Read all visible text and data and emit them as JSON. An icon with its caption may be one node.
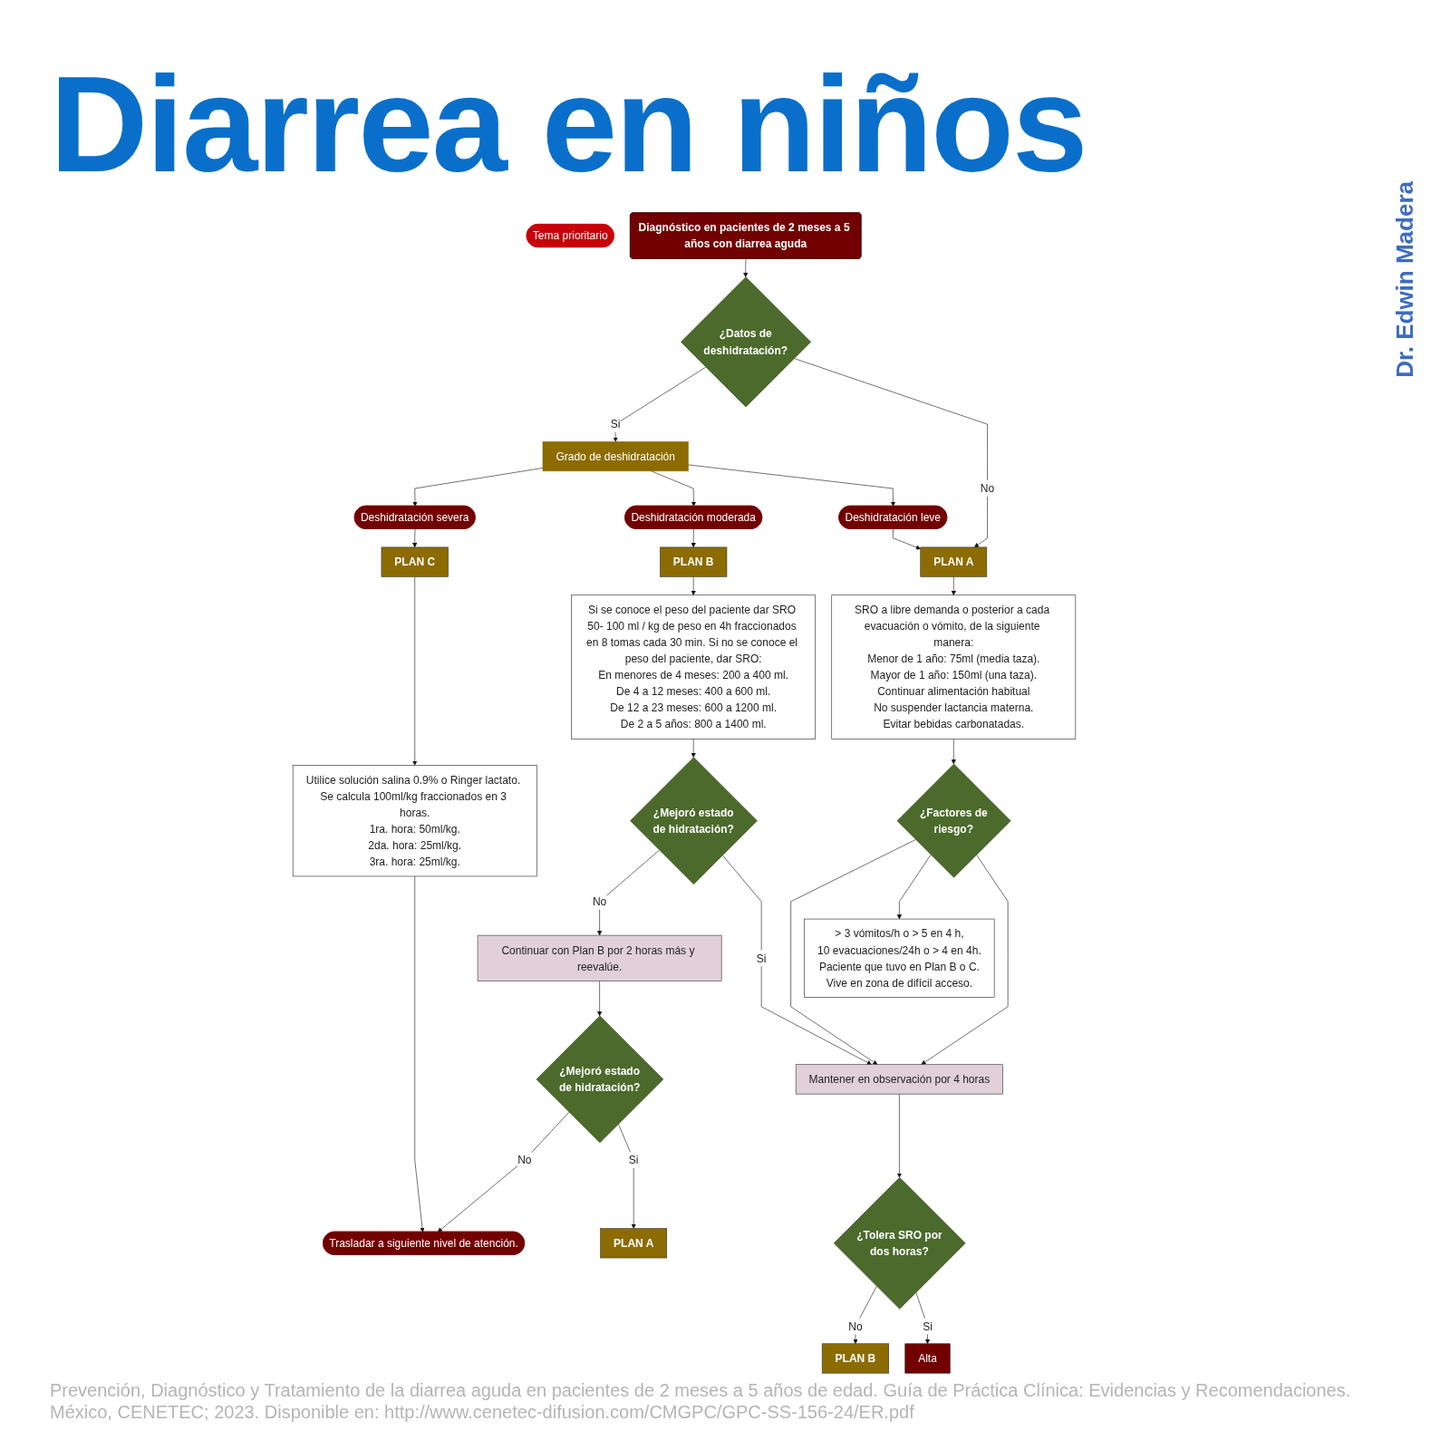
{
  "diagram": {
    "title": "Diarrea en niños",
    "caption": "Prevención, Diagnóstico y Tratamiento de la diarrea aguda en pacientes de 2 meses a 5 años de edad. Guía de Práctica Clínica: Evidencias y Recomendaciones. México, CENETEC; 2023. Disponible en: http://www.cenetec-difusion.com/CMGPC/GPC-SS-156-24/ER.pdf",
    "nodes": [
      {
        "text": [
          "Tema prioritario"
        ]
      },
      {
        "text": [
          "Diagnóstico en pacientes de 2 meses a 5 años con diarrea aguda"
        ]
      },
      {
        "text": [
          "¿Datos de deshidratación?"
        ]
      },
      {
        "text": [
          "Grado de deshidratación"
        ]
      },
      {
        "text": [
          "Deshidratación severa"
        ]
      },
      {
        "text": [
          "Deshidratación moderada"
        ]
      },
      {
        "text": [
          "Deshidratación leve"
        ]
      },
      {
        "text": [
          "PLAN A"
        ]
      },
      {
        "text": [
          "PLAN C"
        ]
      },
      {
        "text": [
          "PLAN B"
        ]
      },
      {
        "text": [
          "SRO a libre demanda o posterior a cada evacuación o vómito, de la siguiente manera:",
          "Menor de 1 año: 75ml (media taza).",
          "Mayor de 1 año: 150ml (una taza).",
          "Continuar alimentación habitual",
          "No suspender lactancia materna.",
          "Evitar bebidas carbonatadas."
        ]
      },
      {
        "text": [
          "Si se conoce el peso del paciente dar SRO 50- 100 ml / kg de peso en 4h fraccionados en 8 tomas cada 30 min. Si no se conoce el peso del paciente, dar SRO:",
          "En menores de 4 meses: 200 a 400 ml.",
          "De 4 a 12 meses: 400 a 600 ml.",
          "De 12 a 23 meses: 600 a 1200 ml.",
          "De 2 a 5 años: 800 a 1400 ml."
        ]
      },
      {
        "text": [
          "¿Factores de riesgo?"
        ]
      },
      {
        "text": [
          "Utilice solución salina 0.9% o Ringer lactato. Se calcula 100ml/kg fraccionados en 3 horas.",
          "1ra. hora: 50ml/kg.",
          "2da. hora: 25ml/kg.",
          "3ra. hora: 25ml/kg."
        ]
      },
      {
        "text": [
          "¿Mejoró estado de hidratación?"
        ]
      },
      {
        "text": [
          "> 3 vómitos/h o > 5 en 4 h,",
          "10 evacuaciones/24h o > 4 en 4h.",
          "Paciente que tuvo en Plan B o C.",
          "Vive en zona de difícil acceso."
        ]
      },
      {
        "text": [
          "Continuar con Plan B por 2 horas más y reevalúe."
        ]
      },
      {
        "text": [
          "Mantener en observación por 4 horas"
        ]
      },
      {
        "text": [
          "¿Mejoró estado de hidratación?"
        ]
      },
      {
        "text": [
          "¿Tolera SRO por dos horas?"
        ]
      },
      {
        "text": [
          "Trasladar a siguiente nivel de atención."
        ]
      },
      {
        "text": [
          "PLAN A"
        ]
      },
      {
        "text": [
          "PLAN B"
        ]
      },
      {
        "text": [
          "Alta"
        ]
      }
    ],
    "edges": [
      {
        "from": 1,
        "to": 2,
        "arrow": "to"
      },
      {
        "from": 2,
        "to": 3,
        "arrow": "to",
        "label": "Si"
      },
      {
        "from": 2,
        "to": 7,
        "arrow": "to",
        "label": "No"
      },
      {
        "from": 3,
        "to": 4,
        "arrow": "to"
      },
      {
        "from": 3,
        "to": 5,
        "arrow": "to"
      },
      {
        "from": 3,
        "to": 6,
        "arrow": "to"
      },
      {
        "from": 6,
        "to": 7,
        "arrow": "to"
      },
      {
        "from": 4,
        "to": 8,
        "arrow": "to"
      },
      {
        "from": 5,
        "to": 9,
        "arrow": "to"
      },
      {
        "from": 7,
        "to": 10,
        "arrow": "to"
      },
      {
        "from": 9,
        "to": 11,
        "arrow": "to"
      },
      {
        "from": 8,
        "to": 13,
        "arrow": "to"
      },
      {
        "from": 10,
        "to": 12,
        "arrow": "to"
      },
      {
        "from": 11,
        "to": 14,
        "arrow": "to"
      },
      {
        "from": 12,
        "to": 17,
        "arrow": "to"
      },
      {
        "from": 12,
        "to": 15,
        "arrow": "to"
      },
      {
        "from": 12,
        "to": 17,
        "arrow": "to"
      },
      {
        "from": 14,
        "to": 16,
        "arrow": "to",
        "label": "No"
      },
      {
        "from": 14,
        "to": 17,
        "arrow": "to",
        "label": "Si"
      },
      {
        "from": 16,
        "to": 18,
        "arrow": "to"
      },
      {
        "from": 13,
        "to": 20,
        "arrow": "to"
      },
      {
        "from": 18,
        "to": 20,
        "arrow": "to",
        "label": "No"
      },
      {
        "from": 18,
        "to": 21,
        "arrow": "to",
        "label": "Si"
      },
      {
        "from": 17,
        "to": 19,
        "arrow": "to"
      },
      {
        "from": 19,
        "to": 22,
        "arrow": "to",
        "label": "No"
      },
      {
        "from": 19,
        "to": 23,
        "arrow": "to",
        "label": "Si"
      }
    ],
    "labels": [
      "Dr. Edwin Madera"
    ]
  }
}
